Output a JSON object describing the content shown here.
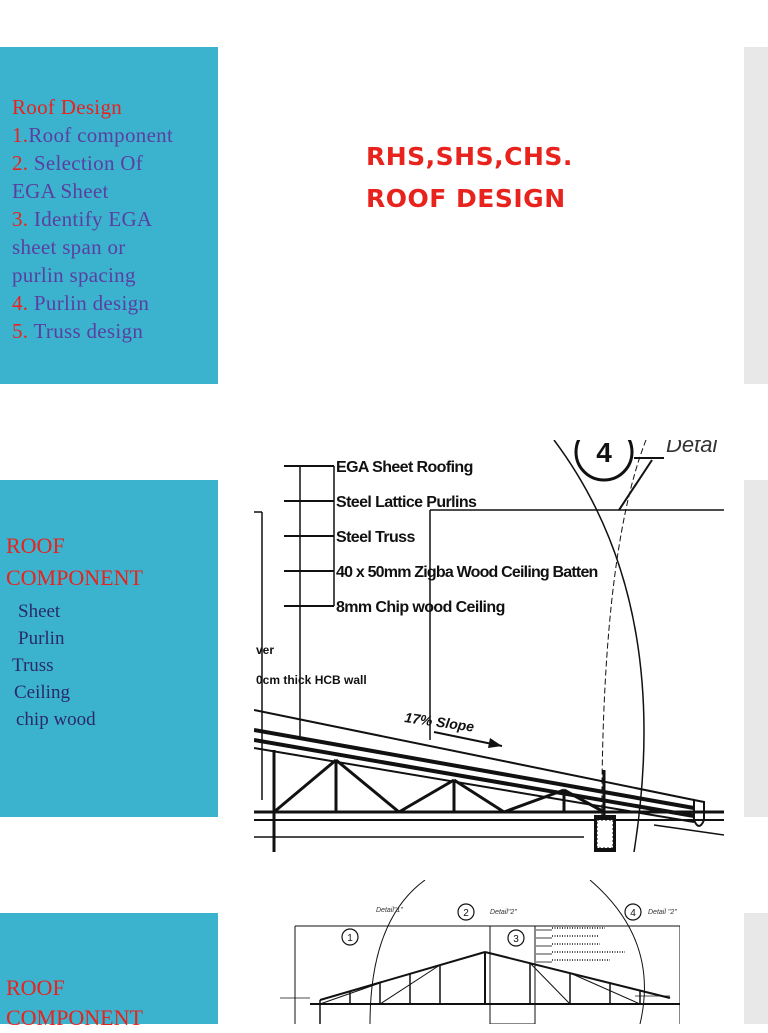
{
  "slide1": {
    "heading": "Roof Design",
    "items": [
      {
        "num": "1.",
        "text": "Roof component"
      },
      {
        "num": "2.",
        "text": " Selection Of"
      },
      {
        "num": "",
        "text": "EGA Sheet"
      },
      {
        "num": "3.",
        "text": " Identify EGA"
      },
      {
        "num": "",
        "text": "sheet span or"
      },
      {
        "num": "",
        "text": "purlin spacing"
      },
      {
        "num": "4.",
        "text": " Purlin design"
      },
      {
        "num": "5.",
        "text": " Truss design"
      }
    ],
    "title_line1": "RHS,SHS,CHS.",
    "title_line2": "ROOF DESIGN"
  },
  "slide2": {
    "heading_line1": "ROOF",
    "heading_line2": "COMPONENT",
    "items": [
      " Sheet",
      " Purlin",
      "Truss",
      "Ceiling",
      "chip wood"
    ],
    "drawing": {
      "detail_number": "4",
      "detail_text": "Detai",
      "labels": [
        "EGA Sheet Roofing",
        "Steel Lattice Purlins",
        "Steel Truss",
        "40 x 50mm Zigba Wood Ceiling Batten",
        "8mm Chip wood Ceiling"
      ],
      "wall_label_1": "ver",
      "wall_label_2": "0cm thick HCB wall",
      "slope_label": "17% Slope"
    }
  },
  "slide3": {
    "heading_line1": "ROOF",
    "heading_line2": "COMPONENT",
    "drawing": {
      "markers": [
        "1",
        "2",
        "3",
        "4"
      ],
      "detail_texts": [
        "Detail\"1\"",
        "Detail\"2\"",
        "Detail \"2\""
      ]
    }
  },
  "colors": {
    "panel": "#3bb3cf",
    "accent": "#e8221d",
    "text": "#5a3fa0"
  }
}
